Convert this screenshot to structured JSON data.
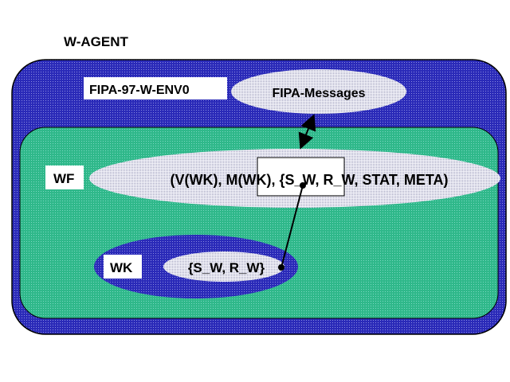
{
  "title": "W-AGENT",
  "environment_label": "FIPA-97-W-ENV0",
  "messages_label": "FIPA-Messages",
  "wf": {
    "label": "WF",
    "content": "(V(WK), M(WK), {S_W, R_W, STAT, META)"
  },
  "wk": {
    "label": "WK",
    "content": "{S_W, R_W}"
  },
  "colors": {
    "agent_fill": "#2a2ab8",
    "wf_fill": "#2fb88a",
    "ellipse_fill": "#e4e4f0"
  }
}
